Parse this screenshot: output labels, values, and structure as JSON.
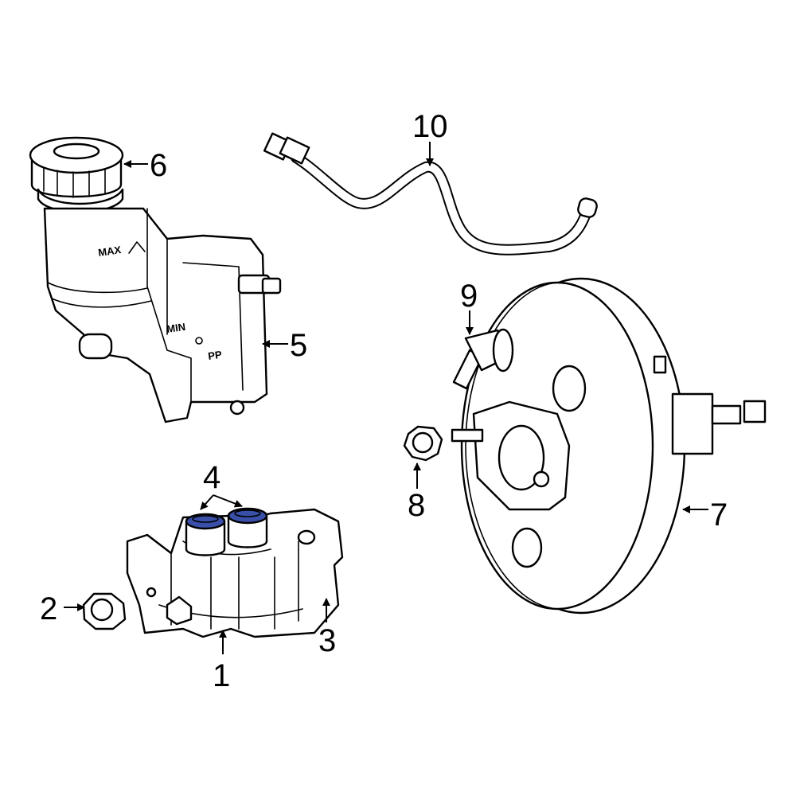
{
  "highlight_color": "#3a4fa8",
  "callouts": [
    {
      "id": "1",
      "label": "1"
    },
    {
      "id": "2",
      "label": "2"
    },
    {
      "id": "3",
      "label": "3"
    },
    {
      "id": "4",
      "label": "4"
    },
    {
      "id": "5",
      "label": "5"
    },
    {
      "id": "6",
      "label": "6"
    },
    {
      "id": "7",
      "label": "7"
    },
    {
      "id": "8",
      "label": "8"
    },
    {
      "id": "9",
      "label": "9"
    },
    {
      "id": "10",
      "label": "10"
    }
  ],
  "reservoir_marks": {
    "max": "MAX",
    "min": "MIN",
    "material": "PP"
  }
}
